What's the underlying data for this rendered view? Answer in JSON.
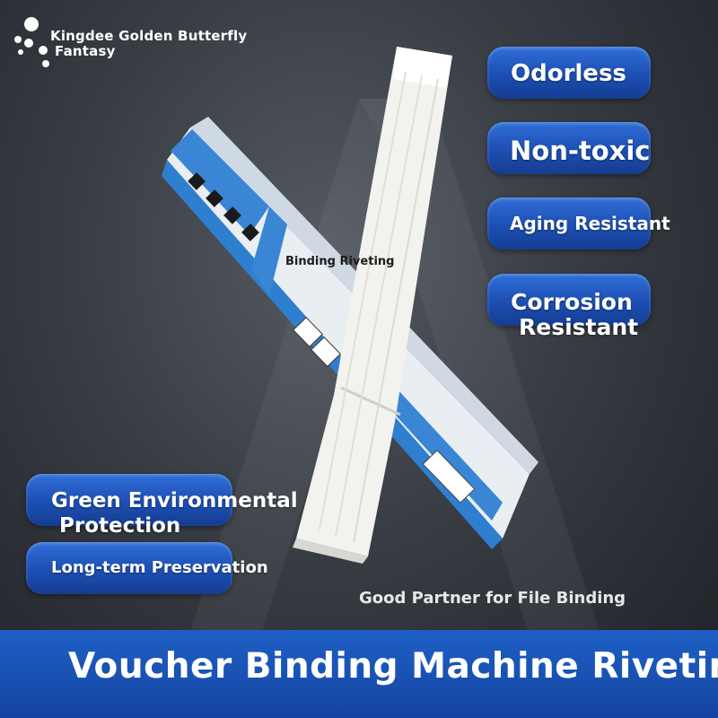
{
  "brand": {
    "name_line1": "Kingdee Golden Butterfly",
    "name_line2": "Fantasy"
  },
  "features": {
    "odorless": "Odorless",
    "non_toxic": "Non-toxic",
    "aging_resistant": "Aging Resistant",
    "corrosion_line1": "Corrosion",
    "corrosion_line2": "Resistant",
    "green_line1": "Green Environmental",
    "green_line2": "Protection",
    "long_term": "Long-term Preservation"
  },
  "product": {
    "box_label": "Binding Riveting"
  },
  "tagline": "Good Partner for File Binding",
  "banner": {
    "title": "Voucher Binding Machine Riveting Tube"
  },
  "colors": {
    "pill_blue": "#1d4fb3",
    "banner_blue": "#1850b0",
    "box_blue": "#3a86d4",
    "tube_white": "#f2f2ee"
  }
}
